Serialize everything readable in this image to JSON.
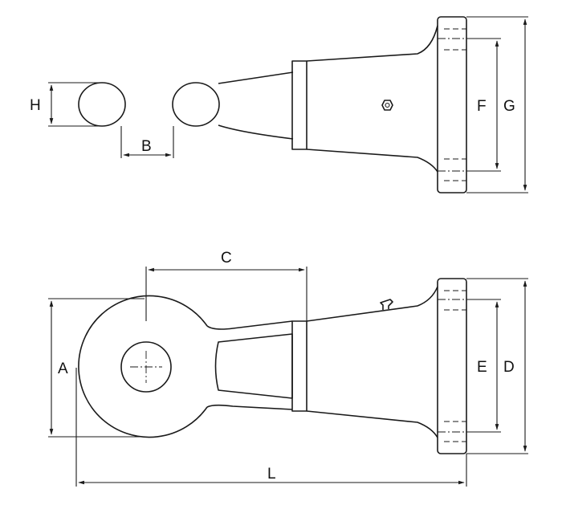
{
  "dimension_labels": {
    "h": "H",
    "b": "B",
    "f": "F",
    "g": "G",
    "c": "C",
    "a": "A",
    "e": "E",
    "d": "D",
    "l": "L"
  },
  "colors": {
    "line": "#1a1a1a",
    "background": "#ffffff"
  }
}
